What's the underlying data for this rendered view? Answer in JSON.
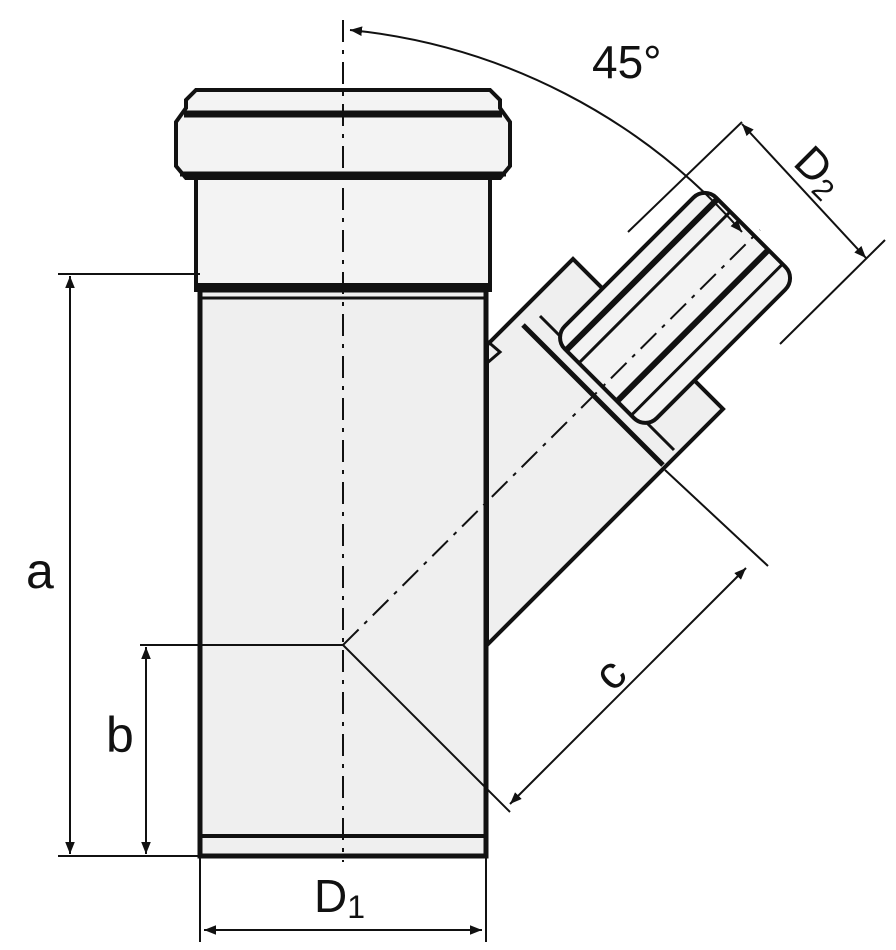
{
  "labels": {
    "angle": "45°",
    "d2_main": "D",
    "d2_sub": "2",
    "d1_main": "D",
    "d1_sub": "1",
    "a": "a",
    "b": "b",
    "c": "c"
  },
  "colors": {
    "stroke": "#111111",
    "body_fill": "#efefef",
    "socket_fill": "#f3f3f3",
    "background": "#ffffff"
  }
}
